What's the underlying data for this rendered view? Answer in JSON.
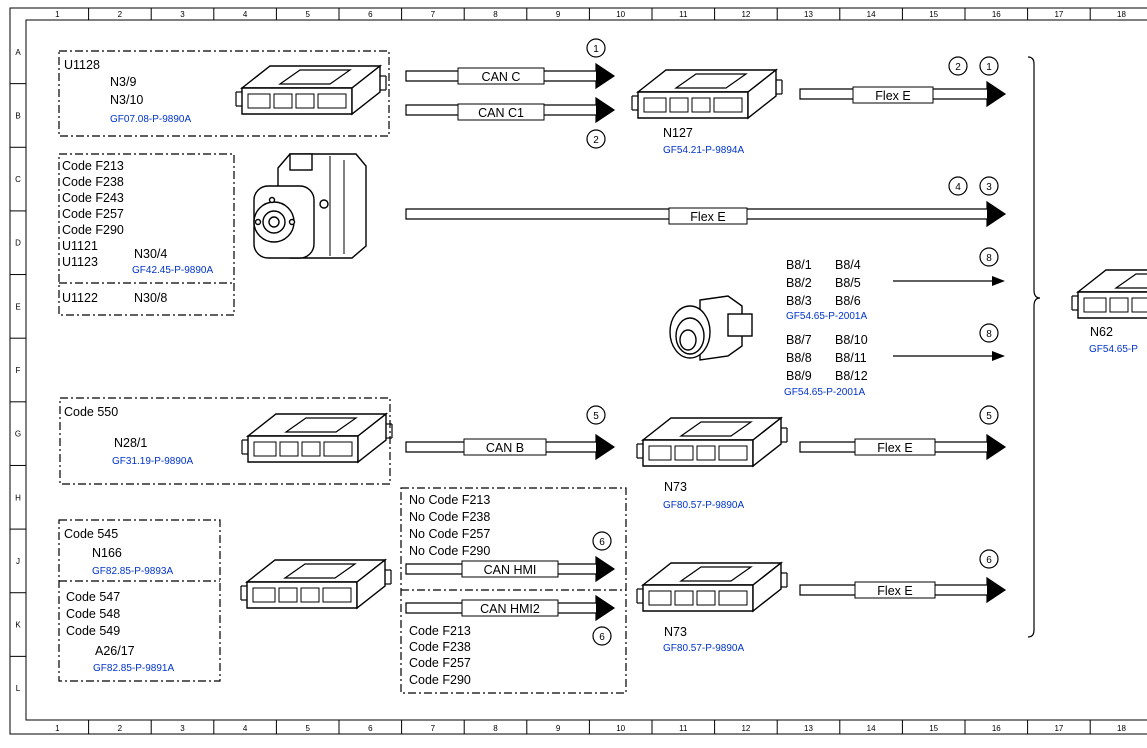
{
  "grid": {
    "columns": [
      "1",
      "2",
      "3",
      "4",
      "5",
      "6",
      "7",
      "8",
      "9",
      "10",
      "11",
      "12",
      "13",
      "14",
      "15",
      "16",
      "17",
      "18"
    ],
    "rows": [
      "A",
      "B",
      "C",
      "D",
      "E",
      "F",
      "G",
      "H",
      "J",
      "K",
      "L"
    ]
  },
  "blocks": {
    "u1128": {
      "code": "U1128",
      "labels": [
        "N3/9",
        "N3/10"
      ],
      "ref": "GF07.08-P-9890A"
    },
    "codes_f": {
      "codes": [
        "Code F213",
        "Code F238",
        "Code F243",
        "Code F257",
        "Code F290",
        "U1121",
        "U1123"
      ],
      "label": "N30/4",
      "ref": "GF42.45-P-9890A"
    },
    "u1122": {
      "code": "U1122",
      "label": "N30/8"
    },
    "code550": {
      "code": "Code 550",
      "label": "N28/1",
      "ref": "GF31.19-P-9890A"
    },
    "code545": {
      "code": "Code 545",
      "label": "N166",
      "ref": "GF82.85-P-9893A"
    },
    "code547": {
      "codes": [
        "Code 547",
        "Code 548",
        "Code 549"
      ],
      "label": "A26/17",
      "ref": "GF82.85-P-9891A"
    },
    "nocode": {
      "codes": [
        "No Code F213",
        "No Code F238",
        "No Code F257",
        "No Code F290"
      ]
    },
    "code_hmi2": {
      "codes": [
        "Code F213",
        "Code F238",
        "Code F257",
        "Code F290"
      ]
    }
  },
  "buses": {
    "can_c": "CAN C",
    "can_c1": "CAN C1",
    "flex_e": "Flex E",
    "can_b": "CAN B",
    "can_hmi": "CAN HMI",
    "can_hmi2": "CAN HMI2"
  },
  "modules": {
    "n127": {
      "label": "N127",
      "ref": "GF54.21-P-9894A"
    },
    "n73_a": {
      "label": "N73",
      "ref": "GF80.57-P-9890A"
    },
    "n73_b": {
      "label": "N73",
      "ref": "GF80.57-P-9890A"
    },
    "n62": {
      "label": "N62",
      "ref": "GF54.65-P"
    }
  },
  "sensors": {
    "group1": [
      "B8/1",
      "B8/4",
      "B8/2",
      "B8/5",
      "B8/3",
      "B8/6"
    ],
    "group1_ref": "GF54.65-P-2001A",
    "group2": [
      "B8/7",
      "B8/10",
      "B8/8",
      "B8/11",
      "B8/9",
      "B8/12"
    ],
    "group2_ref": "GF54.65-P-2001A"
  },
  "circles": {
    "c1": "1",
    "c2": "2",
    "c3": "3",
    "c4": "4",
    "c5": "5",
    "c6": "6",
    "c8": "8"
  }
}
